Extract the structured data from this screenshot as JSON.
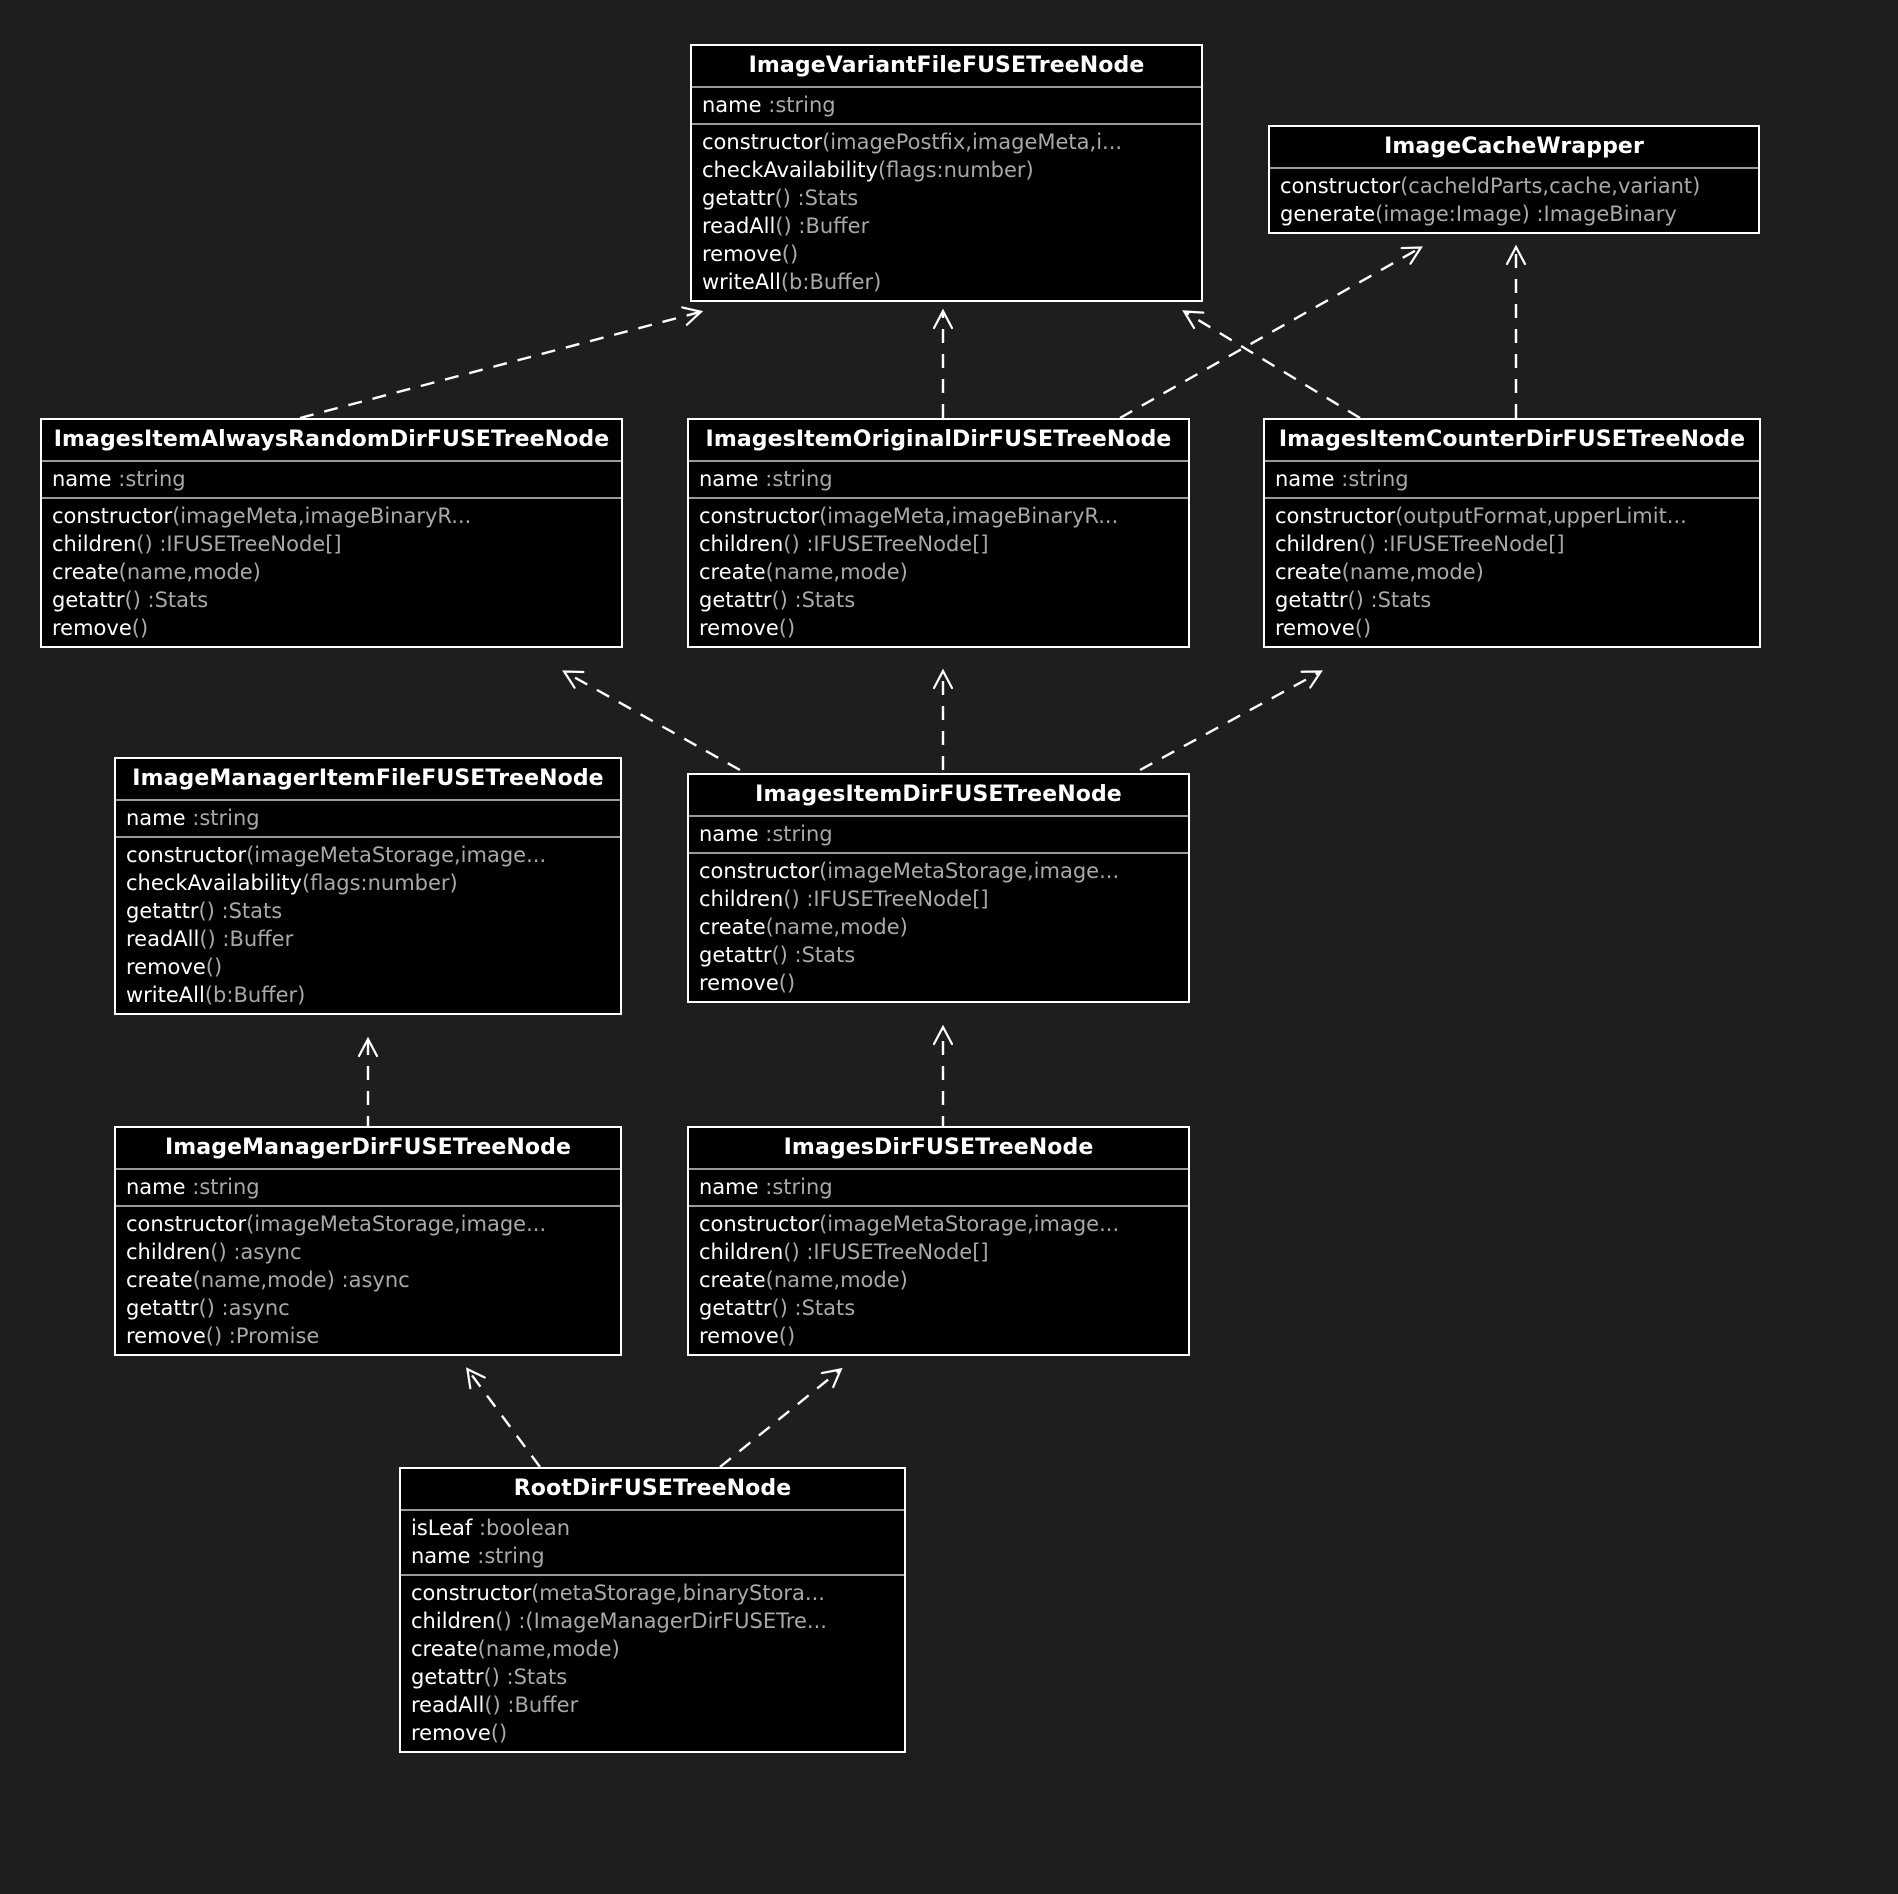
{
  "diagram": {
    "type": "uml-class-diagram",
    "background_color": "#1e1e1e",
    "box_fill": "#000000",
    "box_border": "#ffffff",
    "name_color": "#ffffff",
    "type_color": "#a8a8a8",
    "edge_style": "dashed-open-arrow-realization"
  },
  "classes": [
    {
      "id": "image-variant-file-fuse-tree-node",
      "title": "ImageVariantFileFUSETreeNode",
      "attributes": [
        {
          "name": "name",
          "type": " :string"
        }
      ],
      "methods": [
        {
          "name": "constructor",
          "type": "(imagePostfix,imageMeta,i..."
        },
        {
          "name": "checkAvailability",
          "type": "(flags:number)"
        },
        {
          "name": "getattr",
          "type": "() :Stats"
        },
        {
          "name": "readAll",
          "type": "() :Buffer"
        },
        {
          "name": "remove",
          "type": "()"
        },
        {
          "name": "writeAll",
          "type": "(b:Buffer)"
        }
      ]
    },
    {
      "id": "image-cache-wrapper",
      "title": "ImageCacheWrapper",
      "attributes": [],
      "methods": [
        {
          "name": "constructor",
          "type": "(cacheIdParts,cache,variant)"
        },
        {
          "name": "generate",
          "type": "(image:Image) :ImageBinary"
        }
      ]
    },
    {
      "id": "images-item-always-random-dir-fuse-tree-node",
      "title": "ImagesItemAlwaysRandomDirFUSETreeNode",
      "attributes": [
        {
          "name": "name",
          "type": " :string"
        }
      ],
      "methods": [
        {
          "name": "constructor",
          "type": "(imageMeta,imageBinaryR..."
        },
        {
          "name": "children",
          "type": "() :IFUSETreeNode[]"
        },
        {
          "name": "create",
          "type": "(name,mode)"
        },
        {
          "name": "getattr",
          "type": "() :Stats"
        },
        {
          "name": "remove",
          "type": "()"
        }
      ]
    },
    {
      "id": "images-item-original-dir-fuse-tree-node",
      "title": "ImagesItemOriginalDirFUSETreeNode",
      "attributes": [
        {
          "name": "name",
          "type": " :string"
        }
      ],
      "methods": [
        {
          "name": "constructor",
          "type": "(imageMeta,imageBinaryR..."
        },
        {
          "name": "children",
          "type": "() :IFUSETreeNode[]"
        },
        {
          "name": "create",
          "type": "(name,mode)"
        },
        {
          "name": "getattr",
          "type": "() :Stats"
        },
        {
          "name": "remove",
          "type": "()"
        }
      ]
    },
    {
      "id": "images-item-counter-dir-fuse-tree-node",
      "title": "ImagesItemCounterDirFUSETreeNode",
      "attributes": [
        {
          "name": "name",
          "type": " :string"
        }
      ],
      "methods": [
        {
          "name": "constructor",
          "type": "(outputFormat,upperLimit..."
        },
        {
          "name": "children",
          "type": "() :IFUSETreeNode[]"
        },
        {
          "name": "create",
          "type": "(name,mode)"
        },
        {
          "name": "getattr",
          "type": "() :Stats"
        },
        {
          "name": "remove",
          "type": "()"
        }
      ]
    },
    {
      "id": "image-manager-item-file-fuse-tree-node",
      "title": "ImageManagerItemFileFUSETreeNode",
      "attributes": [
        {
          "name": "name",
          "type": " :string"
        }
      ],
      "methods": [
        {
          "name": "constructor",
          "type": "(imageMetaStorage,image..."
        },
        {
          "name": "checkAvailability",
          "type": "(flags:number)"
        },
        {
          "name": "getattr",
          "type": "() :Stats"
        },
        {
          "name": "readAll",
          "type": "() :Buffer"
        },
        {
          "name": "remove",
          "type": "()"
        },
        {
          "name": "writeAll",
          "type": "(b:Buffer)"
        }
      ]
    },
    {
      "id": "images-item-dir-fuse-tree-node",
      "title": "ImagesItemDirFUSETreeNode",
      "attributes": [
        {
          "name": "name",
          "type": " :string"
        }
      ],
      "methods": [
        {
          "name": "constructor",
          "type": "(imageMetaStorage,image..."
        },
        {
          "name": "children",
          "type": "() :IFUSETreeNode[]"
        },
        {
          "name": "create",
          "type": "(name,mode)"
        },
        {
          "name": "getattr",
          "type": "() :Stats"
        },
        {
          "name": "remove",
          "type": "()"
        }
      ]
    },
    {
      "id": "image-manager-dir-fuse-tree-node",
      "title": "ImageManagerDirFUSETreeNode",
      "attributes": [
        {
          "name": "name",
          "type": " :string"
        }
      ],
      "methods": [
        {
          "name": "constructor",
          "type": "(imageMetaStorage,image..."
        },
        {
          "name": "children",
          "type": "() :async"
        },
        {
          "name": "create",
          "type": "(name,mode) :async"
        },
        {
          "name": "getattr",
          "type": "() :async"
        },
        {
          "name": "remove",
          "type": "() :Promise"
        }
      ]
    },
    {
      "id": "images-dir-fuse-tree-node",
      "title": "ImagesDirFUSETreeNode",
      "attributes": [
        {
          "name": "name",
          "type": " :string"
        }
      ],
      "methods": [
        {
          "name": "constructor",
          "type": "(imageMetaStorage,image..."
        },
        {
          "name": "children",
          "type": "() :IFUSETreeNode[]"
        },
        {
          "name": "create",
          "type": "(name,mode)"
        },
        {
          "name": "getattr",
          "type": "() :Stats"
        },
        {
          "name": "remove",
          "type": "()"
        }
      ]
    },
    {
      "id": "root-dir-fuse-tree-node",
      "title": "RootDirFUSETreeNode",
      "attributes": [
        {
          "name": "isLeaf",
          "type": " :boolean"
        },
        {
          "name": "name",
          "type": " :string"
        }
      ],
      "methods": [
        {
          "name": "constructor",
          "type": "(metaStorage,binaryStora..."
        },
        {
          "name": "children",
          "type": "() :(ImageManagerDirFUSETre..."
        },
        {
          "name": "create",
          "type": "(name,mode)"
        },
        {
          "name": "getattr",
          "type": "() :Stats"
        },
        {
          "name": "readAll",
          "type": "() :Buffer"
        },
        {
          "name": "remove",
          "type": "()"
        }
      ]
    }
  ],
  "relations": [
    {
      "from": "images-item-always-random-dir-fuse-tree-node",
      "to": "image-variant-file-fuse-tree-node",
      "kind": "realization"
    },
    {
      "from": "images-item-original-dir-fuse-tree-node",
      "to": "image-variant-file-fuse-tree-node",
      "kind": "realization"
    },
    {
      "from": "images-item-counter-dir-fuse-tree-node",
      "to": "image-variant-file-fuse-tree-node",
      "kind": "realization"
    },
    {
      "from": "images-item-original-dir-fuse-tree-node",
      "to": "image-cache-wrapper",
      "kind": "realization"
    },
    {
      "from": "images-item-counter-dir-fuse-tree-node",
      "to": "image-cache-wrapper",
      "kind": "realization"
    },
    {
      "from": "images-item-dir-fuse-tree-node",
      "to": "images-item-always-random-dir-fuse-tree-node",
      "kind": "realization"
    },
    {
      "from": "images-item-dir-fuse-tree-node",
      "to": "images-item-original-dir-fuse-tree-node",
      "kind": "realization"
    },
    {
      "from": "images-item-dir-fuse-tree-node",
      "to": "images-item-counter-dir-fuse-tree-node",
      "kind": "realization"
    },
    {
      "from": "image-manager-dir-fuse-tree-node",
      "to": "image-manager-item-file-fuse-tree-node",
      "kind": "realization"
    },
    {
      "from": "images-dir-fuse-tree-node",
      "to": "images-item-dir-fuse-tree-node",
      "kind": "realization"
    },
    {
      "from": "root-dir-fuse-tree-node",
      "to": "image-manager-dir-fuse-tree-node",
      "kind": "realization"
    },
    {
      "from": "root-dir-fuse-tree-node",
      "to": "images-dir-fuse-tree-node",
      "kind": "realization"
    }
  ]
}
